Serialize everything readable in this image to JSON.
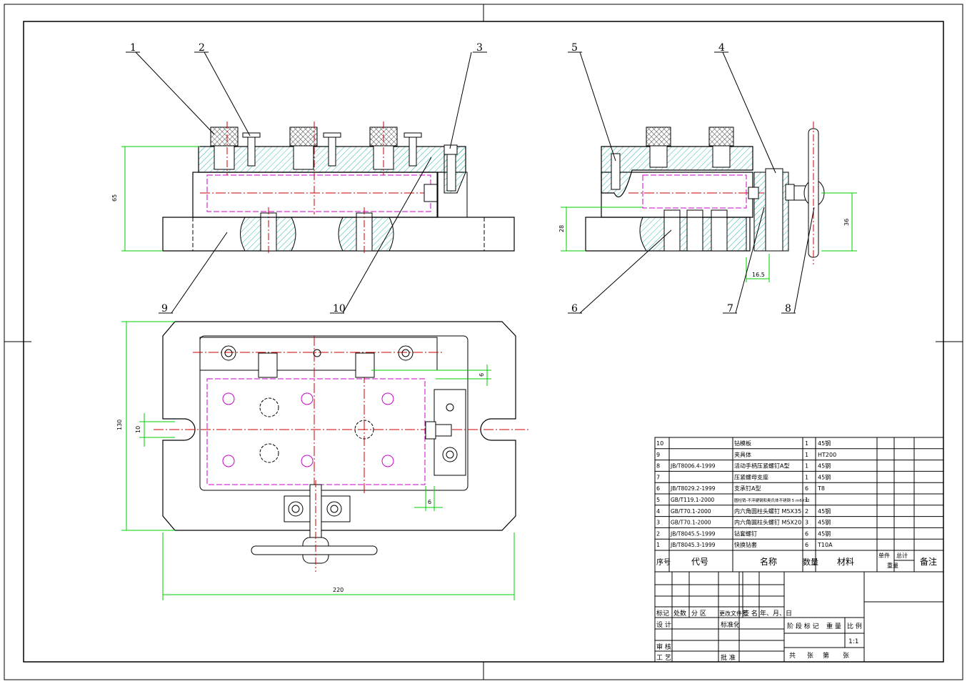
{
  "colors": {
    "outline": "#000000",
    "hatch": "#29b3b3",
    "dimension": "#00cc00",
    "centerline": "#cc0000",
    "hidden": "#cc00cc"
  },
  "callouts": [
    "1",
    "2",
    "3",
    "4",
    "5",
    "6",
    "7",
    "8",
    "9",
    "10"
  ],
  "dims": {
    "front_height": "65",
    "side_height1": "28",
    "side_height2": "36",
    "side_offset": "16.5",
    "plan_width": "220",
    "plan_height": "130",
    "plan_slot": "10",
    "plan_gap_top": "6",
    "plan_gap_bottom": "6"
  },
  "bom": {
    "rows": [
      {
        "no": "10",
        "code": "",
        "name": "钻模板",
        "qty": "1",
        "material": "45钢"
      },
      {
        "no": "9",
        "code": "",
        "name": "夹具体",
        "qty": "1",
        "material": "HT200"
      },
      {
        "no": "8",
        "code": "JB/T8006.4-1999",
        "name": "活动手柄压紧螺钉A型",
        "qty": "1",
        "material": "45钢"
      },
      {
        "no": "7",
        "code": "",
        "name": "压紧螺母支座",
        "qty": "1",
        "material": "45钢"
      },
      {
        "no": "6",
        "code": "JB/T8029.2-1999",
        "name": "支承钉A型",
        "qty": "6",
        "material": "T8"
      },
      {
        "no": "5",
        "code": "GB/T119.1-2000",
        "name": "圆柱销-不淬硬钢和奥氏体不锈钢 5 m6X12",
        "qty": "1",
        "material": ""
      },
      {
        "no": "4",
        "code": "GB/T70.1-2000",
        "name": "内六角圆柱头螺钉 M5X35",
        "qty": "2",
        "material": "45钢"
      },
      {
        "no": "3",
        "code": "GB/T70.1-2000",
        "name": "内六角圆柱头螺钉 M5X20",
        "qty": "3",
        "material": "45钢"
      },
      {
        "no": "2",
        "code": "JB/T8045.5-1999",
        "name": "钻套螺钉",
        "qty": "6",
        "material": "45钢"
      },
      {
        "no": "1",
        "code": "JB/T8045.3-1999",
        "name": "快换钻套",
        "qty": "6",
        "material": "T10A"
      }
    ],
    "header": {
      "no": "序号",
      "code": "代号",
      "name": "名称",
      "qty": "数量",
      "material": "材料",
      "single": "单件",
      "total": "总计",
      "weight": "重量",
      "remark": "备注"
    }
  },
  "title_block": {
    "mark": "标记",
    "count": "处数",
    "zone": "分 区",
    "doc": "更改文件号",
    "sign": "签 名",
    "date": "年、月、日",
    "design": "设 计",
    "std": "标准化",
    "stage": "阶 段 标 记",
    "weight": "重 量",
    "scale": "比 例",
    "scale_val": "1:1",
    "review": "审 核",
    "process": "工 艺",
    "approve": "批 准",
    "total": "共",
    "sheet": "张",
    "no": "第",
    "sheet2": "张"
  }
}
